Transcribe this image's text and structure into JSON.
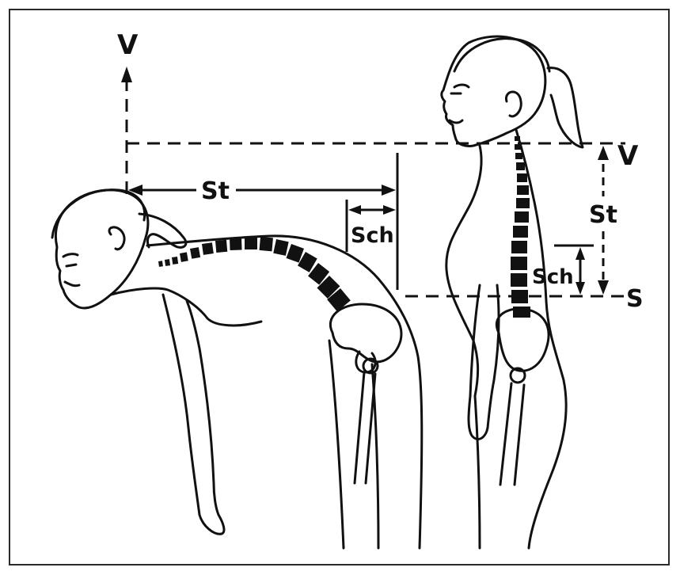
{
  "labels": {
    "v_top": "V",
    "st_horizontal": "St",
    "sch_horizontal": "Sch",
    "v_right": "V",
    "st_vertical": "St",
    "sch_vertical": "Sch",
    "s_right": "S"
  },
  "colors": {
    "ink": "#111111",
    "background": "#ffffff",
    "border": "#2a2a2a"
  }
}
